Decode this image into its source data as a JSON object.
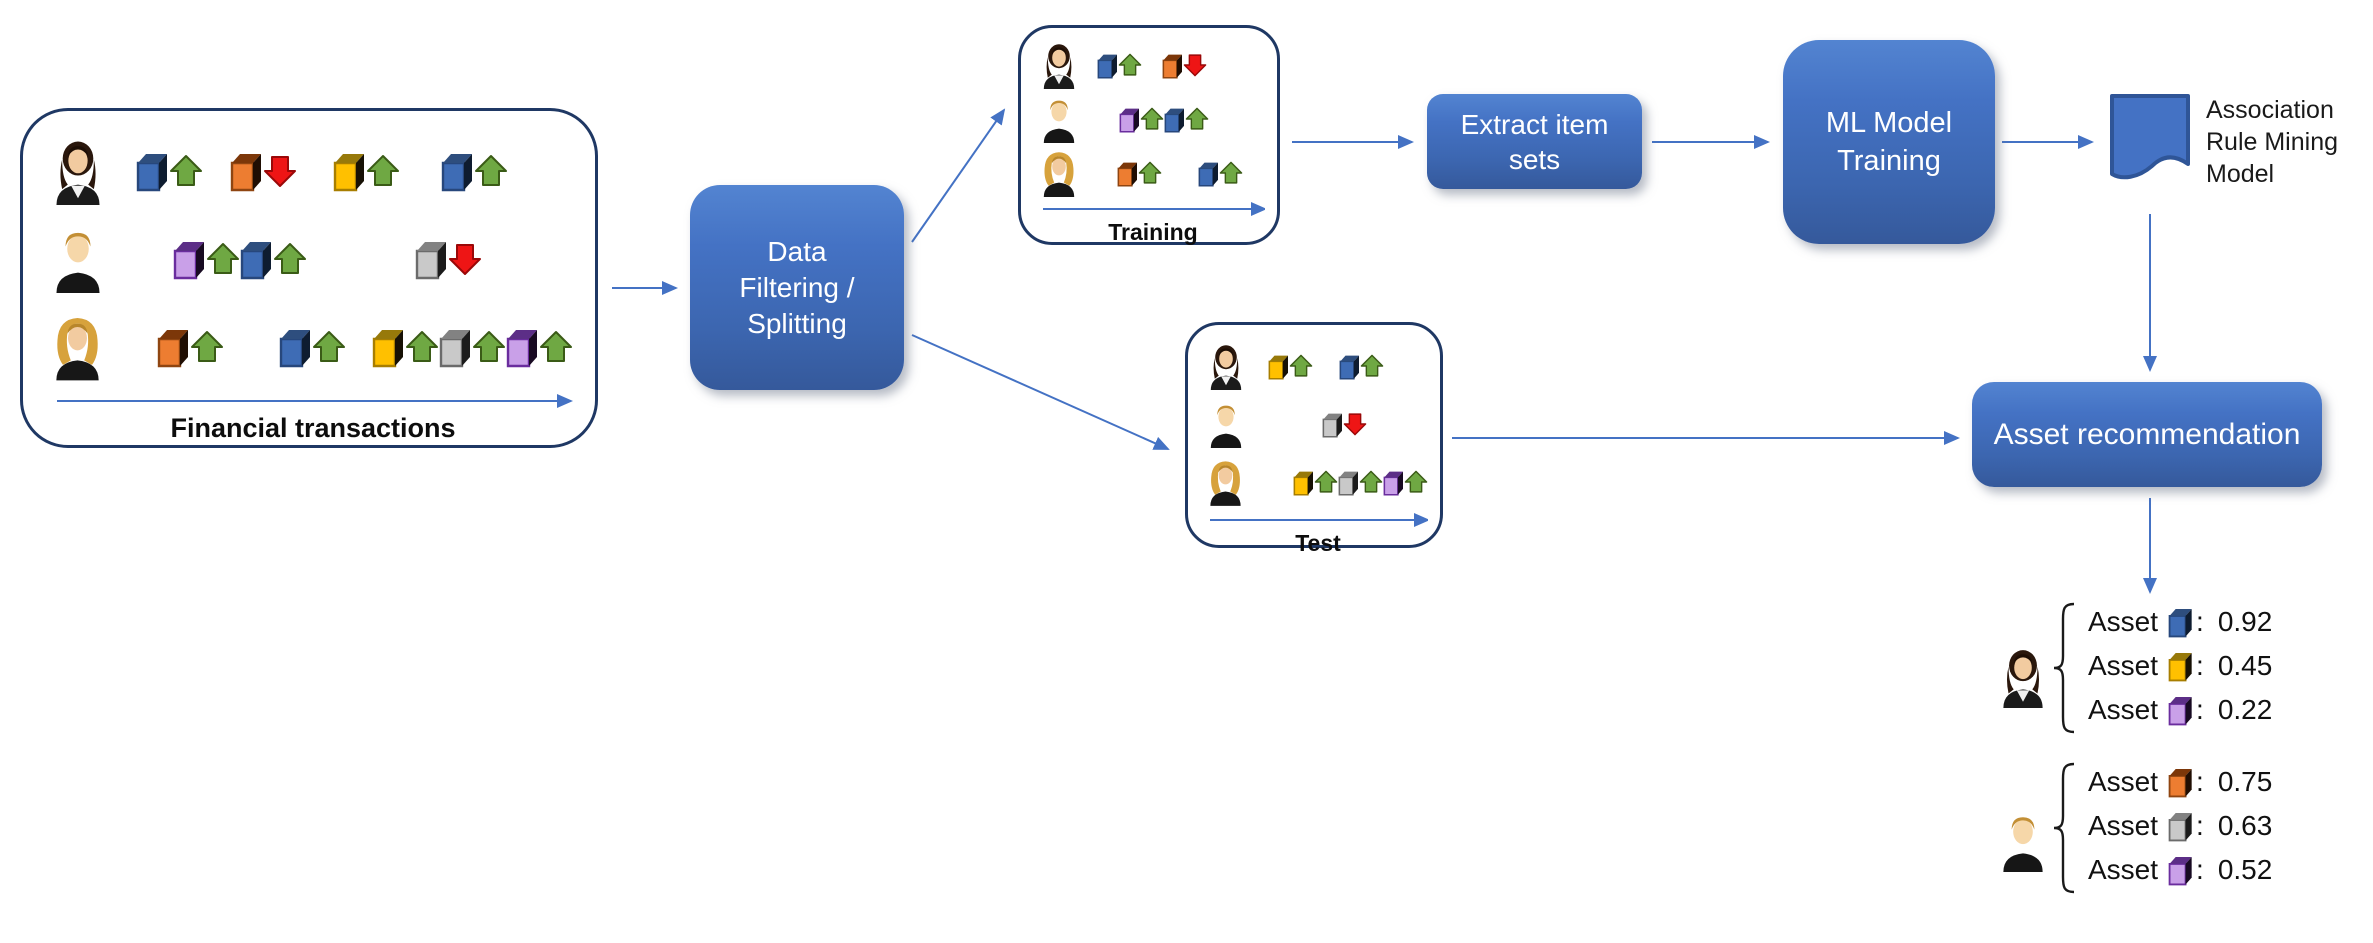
{
  "nodes": {
    "data_filtering": {
      "lines": [
        "Data",
        "Filtering /",
        "Splitting"
      ]
    },
    "extract": {
      "lines": [
        "Extract item",
        "sets"
      ]
    },
    "ml": {
      "lines": [
        "ML Model",
        "Training"
      ]
    },
    "arm": {
      "lines": [
        "Association",
        "Rule Mining",
        "Model"
      ]
    },
    "asset_rec": {
      "label": "Asset recommendation"
    }
  },
  "panels": {
    "transactions": {
      "label": "Financial transactions",
      "rows": [
        {
          "person": "businesswoman",
          "items": [
            {
              "asset": "blue",
              "dir": "up",
              "gap": 33
            },
            {
              "asset": "orange",
              "dir": "down",
              "gap": 27
            },
            {
              "asset": "yellow",
              "dir": "up",
              "gap": 36
            },
            {
              "asset": "blue",
              "dir": "up",
              "gap": 41
            }
          ]
        },
        {
          "person": "man",
          "items": [
            {
              "asset": "purple",
              "dir": "up",
              "gap": 70
            },
            {
              "asset": "blue",
              "dir": "up",
              "gap": 0
            },
            {
              "asset": "gray",
              "dir": "down",
              "gap": 108
            }
          ]
        },
        {
          "person": "blonde-woman",
          "items": [
            {
              "asset": "orange",
              "dir": "up",
              "gap": 55
            },
            {
              "asset": "blue",
              "dir": "up",
              "gap": 55
            },
            {
              "asset": "yellow",
              "dir": "up",
              "gap": 26
            },
            {
              "asset": "gray",
              "dir": "up",
              "gap": 0
            },
            {
              "asset": "purple",
              "dir": "up",
              "gap": 0
            }
          ]
        }
      ]
    },
    "training": {
      "label": "Training",
      "rows": [
        {
          "person": "businesswoman",
          "items": [
            {
              "asset": "blue",
              "dir": "up",
              "gap": 20
            },
            {
              "asset": "orange",
              "dir": "down",
              "gap": 20
            }
          ]
        },
        {
          "person": "man",
          "items": [
            {
              "asset": "purple",
              "dir": "up",
              "gap": 42
            },
            {
              "asset": "blue",
              "dir": "up",
              "gap": 0
            }
          ]
        },
        {
          "person": "blonde-woman",
          "items": [
            {
              "asset": "orange",
              "dir": "up",
              "gap": 40
            },
            {
              "asset": "blue",
              "dir": "up",
              "gap": 36
            }
          ]
        }
      ]
    },
    "test": {
      "label": "Test",
      "rows": [
        {
          "person": "businesswoman",
          "items": [
            {
              "asset": "yellow",
              "dir": "up",
              "gap": 24
            },
            {
              "asset": "blue",
              "dir": "up",
              "gap": 26
            }
          ]
        },
        {
          "person": "man",
          "items": [
            {
              "asset": "gray",
              "dir": "down",
              "gap": 78
            }
          ]
        },
        {
          "person": "blonde-woman",
          "items": [
            {
              "asset": "yellow",
              "dir": "up",
              "gap": 50
            },
            {
              "asset": "gray",
              "dir": "up",
              "gap": 0
            },
            {
              "asset": "purple",
              "dir": "up",
              "gap": 0
            }
          ]
        }
      ]
    }
  },
  "recommendations": {
    "item_label": "Asset",
    "separator": ":",
    "groups": [
      {
        "person": "businesswoman",
        "items": [
          {
            "asset": "blue",
            "score": "0.92"
          },
          {
            "asset": "yellow",
            "score": "0.45"
          },
          {
            "asset": "purple",
            "score": "0.22"
          }
        ]
      },
      {
        "person": "man",
        "items": [
          {
            "asset": "orange",
            "score": "0.75"
          },
          {
            "asset": "gray",
            "score": "0.63"
          },
          {
            "asset": "purple",
            "score": "0.52"
          }
        ]
      }
    ]
  },
  "icons": {
    "asset_colors": {
      "blue": {
        "front": "#3E6CB5",
        "edge": "#27477C",
        "top": "#2E4E7E",
        "side": "#0E1C30"
      },
      "orange": {
        "front": "#ED7D31",
        "edge": "#8F4511",
        "top": "#7C3709",
        "side": "#200E03"
      },
      "yellow": {
        "front": "#FFC000",
        "edge": "#A87E00",
        "top": "#97790A",
        "side": "#171105"
      },
      "purple": {
        "front": "#C9A0E8",
        "edge": "#6A2D9E",
        "top": "#5C2E87",
        "side": "#180A22"
      },
      "gray": {
        "front": "#C9C9C9",
        "edge": "#6B6B6B",
        "top": "#828282",
        "side": "#1B1B1B"
      }
    },
    "trend_up": {
      "fill": "#6FA843",
      "stroke": "#3A5B16"
    },
    "trend_down": {
      "fill": "#EE1515",
      "stroke": "#9A0808"
    },
    "persons": {
      "businesswoman": "dark-haired woman in dark suit with white blouse",
      "man": "blond man in black shirt",
      "blonde-woman": "long-haired blonde woman in black top"
    }
  },
  "colors": {
    "connector": "#4472C4",
    "panel_border": "#1F3864",
    "node_fill_top": "#5384D1",
    "node_fill_bottom": "#35599B",
    "node_text": "#FFFFFF",
    "text_dark": "#111111",
    "background": "#FFFFFF"
  }
}
